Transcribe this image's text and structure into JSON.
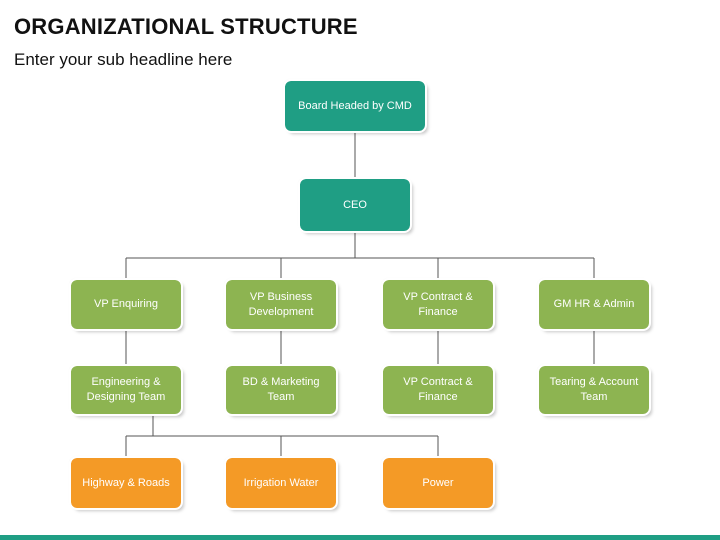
{
  "header": {
    "title": "ORGANIZATIONAL STRUCTURE",
    "subtitle": "Enter your sub headline here"
  },
  "colors": {
    "teal": "#1f9e84",
    "green": "#8db451",
    "orange": "#f49a26",
    "connector": "#555555"
  },
  "nodes": {
    "board": "Board Headed by CMD",
    "ceo": "CEO",
    "vp_enquiring": "VP Enquiring",
    "vp_business_development": "VP Business Development",
    "vp_contract_finance": "VP Contract & Finance",
    "gm_hr_admin": "GM HR & Admin",
    "engineering_designing_team": "Engineering & Designing Team",
    "bd_marketing_team": "BD & Marketing Team",
    "vp_contract_finance_2": "VP Contract & Finance",
    "tearing_account_team": "Tearing & Account Team",
    "highway_roads": "Highway & Roads",
    "irrigation_water": "Irrigation Water",
    "power": "Power"
  }
}
